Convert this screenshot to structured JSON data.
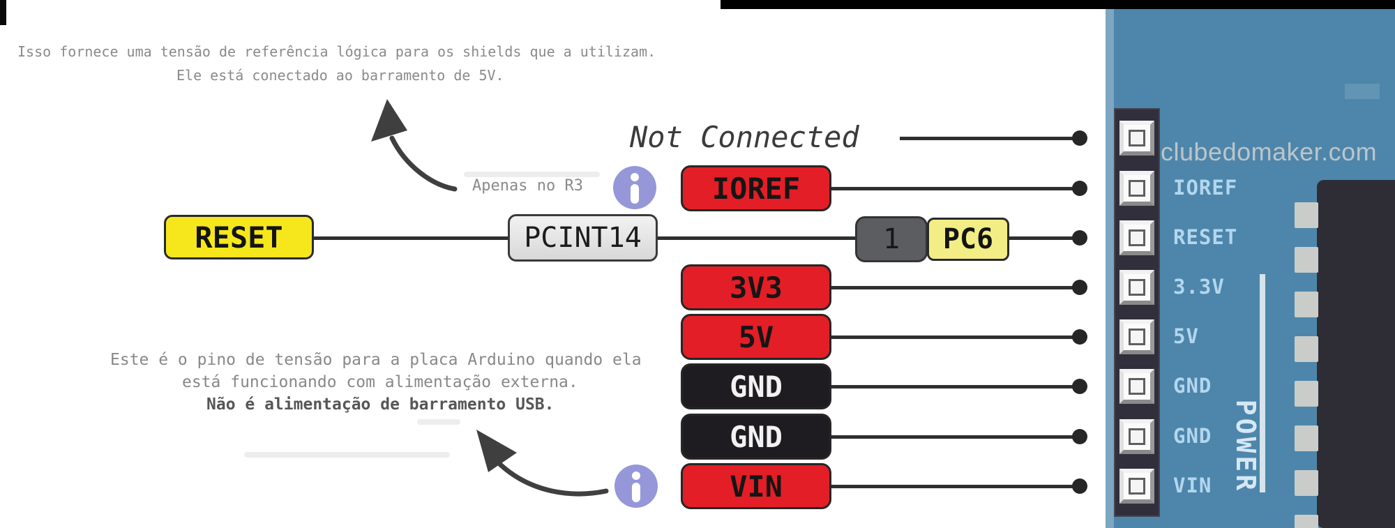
{
  "notes": {
    "top_line1": "Isso fornece uma tensão de referência lógica para os shields que a utilizam.",
    "top_line2": "Ele está conectado ao barramento de 5V.",
    "apenas": "Apenas no R3",
    "not_connected": "Not Connected",
    "bottom_line1": "Este é o pino de tensão para a placa Arduino quando ela",
    "bottom_line2": "está funcionando com alimentação externa.",
    "bottom_line3": "Não é alimentação de barramento USB."
  },
  "pins": {
    "ioref": "IOREF",
    "v33": "3V3",
    "v5": "5V",
    "gnd1": "GND",
    "gnd2": "GND",
    "vin": "VIN",
    "reset": "RESET",
    "pcint": "PCINT14",
    "pin_number": "1",
    "pc6": "PC6"
  },
  "board": {
    "power": "POWER",
    "watermark": "clubedomaker.com",
    "labels": [
      "IOREF",
      "RESET",
      "3.3V",
      "5V",
      "GND",
      "GND",
      "VIN"
    ]
  },
  "colors": {
    "pin_red": "#e31e26",
    "pin_black": "#1e1c20",
    "reset_yellow": "#f6e71c",
    "pc6_yellow": "#f2ee85",
    "board_teal": "#4d86aa",
    "header_dark": "#312f3b",
    "info_lavender": "#9697d9",
    "wire_dark": "#2f2f2f",
    "board_label_blue": "#b3d6ee"
  }
}
